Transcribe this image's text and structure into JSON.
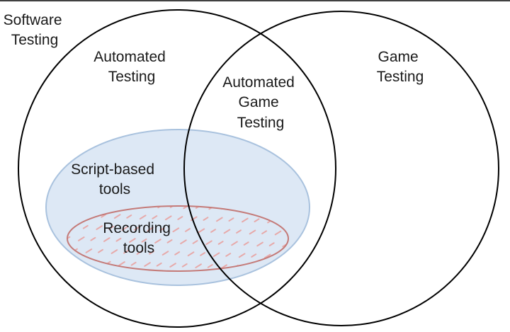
{
  "frame": {
    "label_lines": [
      "Software",
      "Testing"
    ]
  },
  "sets": {
    "automated_testing": {
      "label_lines": [
        "Automated",
        "Testing"
      ],
      "stroke": "#000000"
    },
    "game_testing": {
      "label_lines": [
        "Game",
        "Testing"
      ],
      "stroke": "#000000"
    },
    "automated_game_testing": {
      "label_lines": [
        "Automated",
        "Game",
        "Testing"
      ]
    },
    "script_based_tools": {
      "label_lines": [
        "Script-based",
        "tools"
      ],
      "fill": "#dde8f5",
      "stroke": "#a9c2de"
    },
    "recording_tools": {
      "label_lines": [
        "Recording",
        "tools"
      ],
      "stroke": "#c47a78",
      "pattern_color": "#e7a9a9"
    }
  }
}
